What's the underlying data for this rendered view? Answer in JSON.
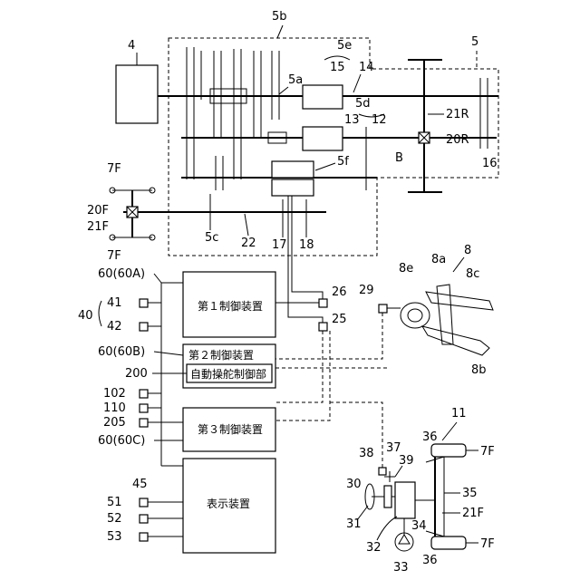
{
  "transmission": {
    "labels": {
      "engine": "4",
      "case": "5b",
      "unit": "5",
      "shaft_a": "5a",
      "shaft_e": "5e",
      "n15": "15",
      "n14": "14",
      "shaft_d": "5d",
      "n13": "13",
      "n12": "12",
      "n21R": "21R",
      "n20R": "20R",
      "n16": "16",
      "shaft_f": "5f",
      "region_b": "B",
      "n7F_top": "7F",
      "n20F": "20F",
      "n21F": "21F",
      "n7F_bottom": "7F",
      "shaft_c": "5c",
      "n22": "22",
      "n17": "17",
      "n18": "18"
    }
  },
  "hitch": {
    "labels": {
      "n8": "8",
      "n8a": "8a",
      "n8c": "8c",
      "n8e": "8e",
      "n8b": "8b",
      "n29": "29"
    }
  },
  "controls": {
    "labels": {
      "ctrl_a_ref": "60(60A)",
      "n41": "41",
      "n42": "42",
      "n40": "40",
      "ctrl_b_ref": "60(60B)",
      "n200": "200",
      "n102": "102",
      "n110": "110",
      "n205": "205",
      "ctrl_c_ref": "60(60C)",
      "n45": "45",
      "n51": "51",
      "n52": "52",
      "n53": "53",
      "n26": "26",
      "n25": "25"
    },
    "blocks": {
      "first_controller": "第１制御装置",
      "second_controller": "第２制御装置",
      "auto_steering": "自動操舵制御部",
      "third_controller": "第３制御装置",
      "display": "表示装置"
    }
  },
  "steering": {
    "labels": {
      "n11": "11",
      "n36_top": "36",
      "n7F_right_top": "7F",
      "n38": "38",
      "n37": "37",
      "n39": "39",
      "n30": "30",
      "n35": "35",
      "n31": "31",
      "n34": "34",
      "n21F": "21F",
      "n32": "32",
      "n36_bottom": "36",
      "n7F_right_bottom": "7F",
      "n33": "33"
    }
  }
}
